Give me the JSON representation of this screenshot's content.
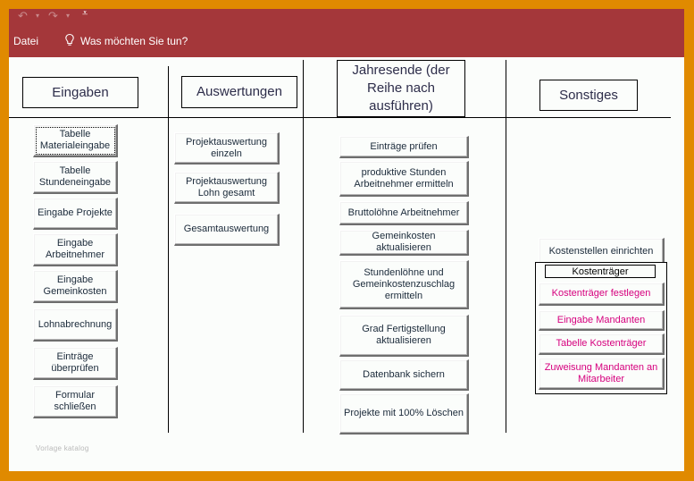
{
  "ribbon": {
    "qat": {
      "undo": "↶",
      "dropdown": "▾",
      "redo": "↷",
      "more": "⩡"
    },
    "file_tab": "Datei",
    "tell_me": "Was möchten Sie tun?",
    "tell_me_icon": "lightbulb-icon"
  },
  "colors": {
    "ribbon": "#a4373a",
    "frame": "#e08a00",
    "pink_text": "#d6007e"
  },
  "columns": {
    "eingaben": {
      "header": "Eingaben",
      "buttons": [
        "Tabelle Materialeingabe",
        "Tabelle Stundeneingabe",
        "Eingabe Projekte",
        "Eingabe Arbeitnehmer",
        "Eingabe Gemeinkosten",
        "Lohnabrechnung",
        "Einträge überprüfen",
        "Formular schließen"
      ]
    },
    "auswertungen": {
      "header": "Auswertungen",
      "buttons": [
        "Projektauswertung einzeln",
        "Projektauswertung Lohn gesamt",
        "Gesamtauswertung"
      ]
    },
    "jahresende": {
      "header": "Jahresende (der Reihe nach ausführen)",
      "buttons": [
        "Einträge prüfen",
        "produktive Stunden Arbeitnehmer ermitteln",
        "Bruttolöhne Arbeitnehmer",
        "Gemeinkosten aktualisieren",
        "Stundenlöhne und Gemeinkostenzuschlag ermitteln",
        "Grad Fertigstellung aktualisieren",
        "Datenbank sichern",
        "Projekte mit 100% Löschen"
      ]
    },
    "sonstiges": {
      "header": "Sonstiges",
      "buttons": [
        "Kostenstellen einrichten"
      ],
      "kostentraeger": {
        "title": "Kostenträger",
        "buttons": [
          "Kostenträger festlegen",
          "Eingabe Mandanten",
          "Tabelle Kostenträger",
          "Zuweisung Mandanten an Mitarbeiter"
        ]
      }
    }
  },
  "footer": "Vorlage katalog"
}
